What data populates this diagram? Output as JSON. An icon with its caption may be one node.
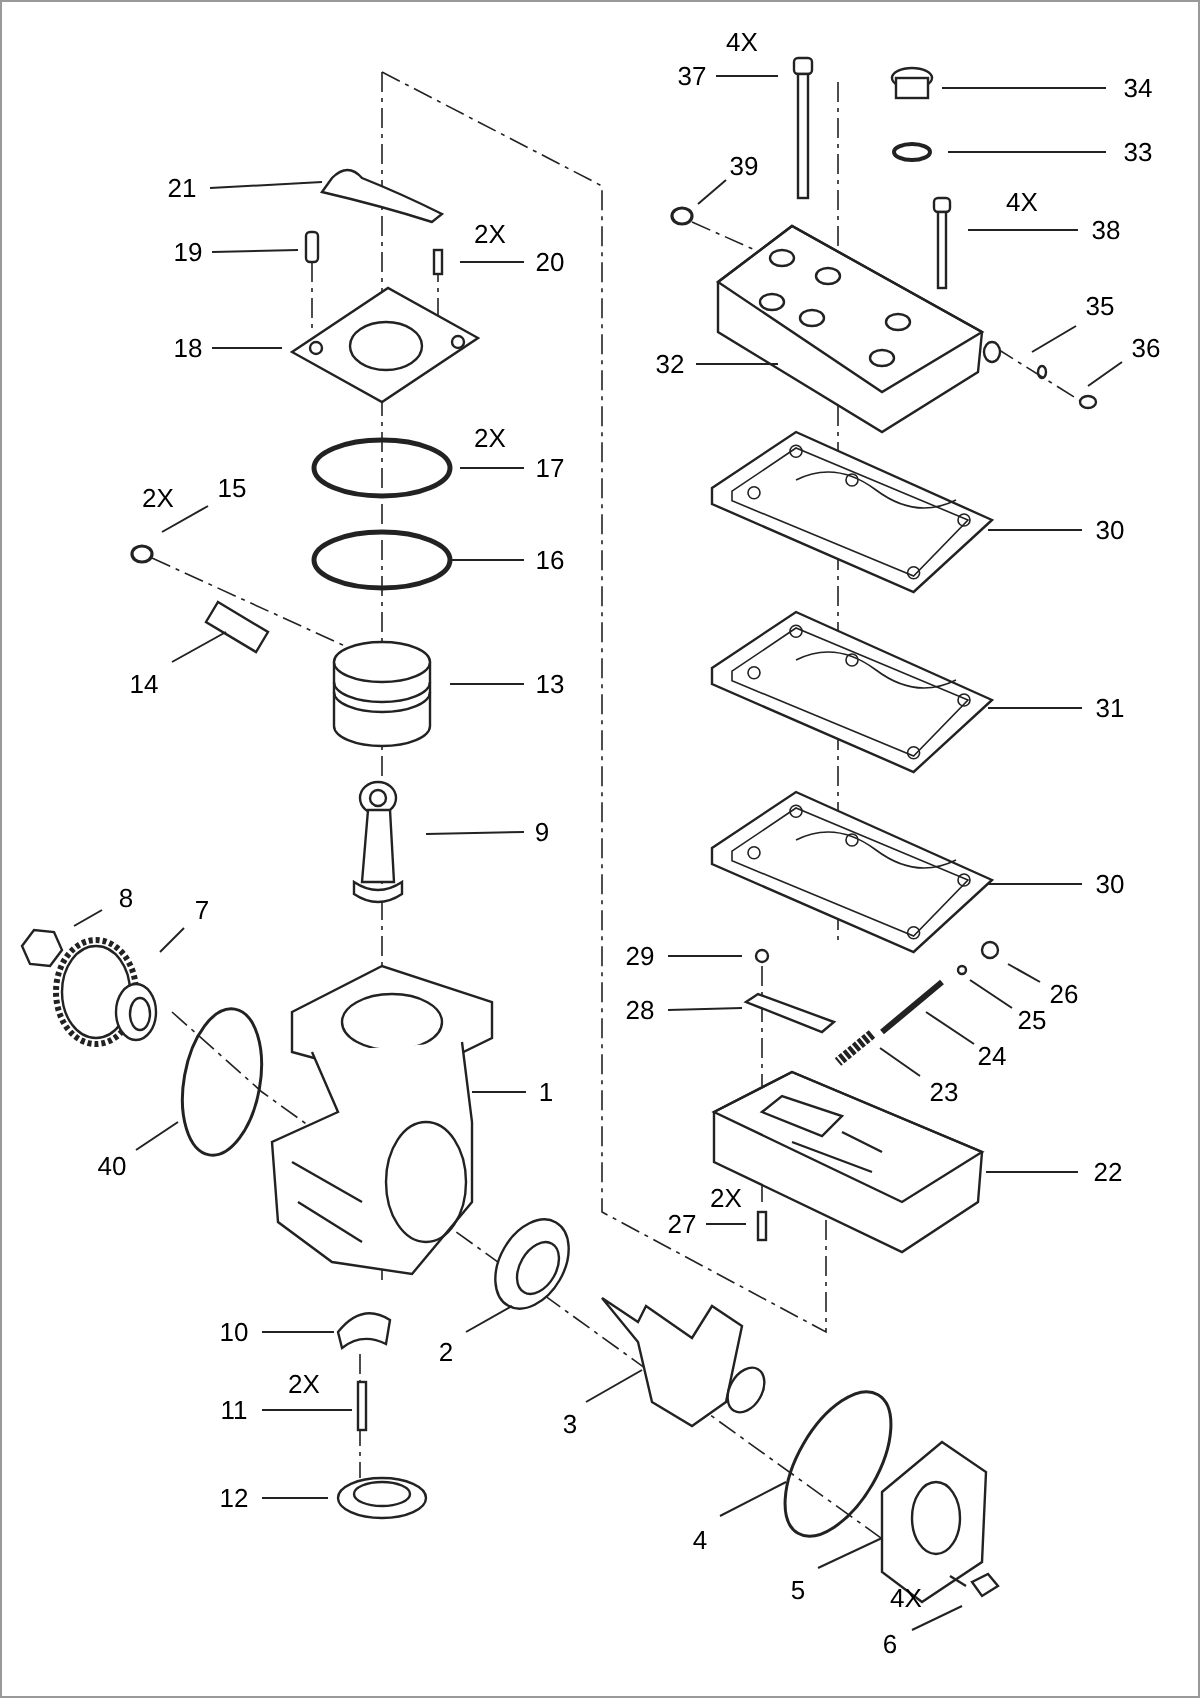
{
  "diagram": {
    "nodes": [
      {
        "text": [
          "37"
        ],
        "beside": [
          "4X"
        ]
      },
      {
        "text": [
          "34"
        ]
      },
      {
        "text": [
          "39"
        ]
      },
      {
        "text": [
          "21"
        ]
      },
      {
        "text": [
          "33"
        ]
      },
      {
        "text": [
          "38"
        ],
        "beside": [
          "4X"
        ]
      },
      {
        "text": [
          "19"
        ]
      },
      {
        "text": [
          "20"
        ],
        "beside": [
          "2X"
        ]
      },
      {
        "text": [
          "18"
        ]
      },
      {
        "text": [
          "32"
        ]
      },
      {
        "text": [
          "35"
        ]
      },
      {
        "text": [
          "36"
        ]
      },
      {
        "text": [
          "17"
        ],
        "beside": [
          "2X"
        ]
      },
      {
        "text": [
          "15"
        ],
        "beside": [
          "2X"
        ]
      },
      {
        "text": [
          "30"
        ]
      },
      {
        "text": [
          "16"
        ]
      },
      {
        "text": [
          "14"
        ]
      },
      {
        "text": [
          "13"
        ]
      },
      {
        "text": [
          "31"
        ]
      },
      {
        "text": [
          "9"
        ]
      },
      {
        "text": [
          "30"
        ]
      },
      {
        "text": [
          "8"
        ]
      },
      {
        "text": [
          "7"
        ]
      },
      {
        "text": [
          "29"
        ]
      },
      {
        "text": [
          "26"
        ]
      },
      {
        "text": [
          "28"
        ]
      },
      {
        "text": [
          "25"
        ]
      },
      {
        "text": [
          "24"
        ]
      },
      {
        "text": [
          "1"
        ]
      },
      {
        "text": [
          "23"
        ]
      },
      {
        "text": [
          "40"
        ]
      },
      {
        "text": [
          "22"
        ]
      },
      {
        "text": [
          "27"
        ],
        "beside": [
          "2X"
        ]
      },
      {
        "text": [
          "2"
        ]
      },
      {
        "text": [
          "10"
        ]
      },
      {
        "text": [
          "11"
        ],
        "beside": [
          "2X"
        ]
      },
      {
        "text": [
          "3"
        ]
      },
      {
        "text": [
          "12"
        ]
      },
      {
        "text": [
          "4"
        ]
      },
      {
        "text": [
          "5"
        ]
      },
      {
        "text": [
          "6"
        ],
        "beside": [
          "4X"
        ]
      }
    ],
    "edges": [
      {
        "from": 0,
        "to": null,
        "arrow": "none"
      },
      {
        "from": 1,
        "to": null,
        "arrow": "none"
      },
      {
        "from": 2,
        "to": null,
        "arrow": "none"
      },
      {
        "from": 3,
        "to": null,
        "arrow": "none"
      },
      {
        "from": 4,
        "to": null,
        "arrow": "none"
      },
      {
        "from": 5,
        "to": null,
        "arrow": "none"
      },
      {
        "from": 6,
        "to": null,
        "arrow": "none"
      },
      {
        "from": 7,
        "to": null,
        "arrow": "none"
      },
      {
        "from": 8,
        "to": null,
        "arrow": "none"
      },
      {
        "from": 9,
        "to": null,
        "arrow": "none"
      },
      {
        "from": 10,
        "to": null,
        "arrow": "none"
      },
      {
        "from": 11,
        "to": null,
        "arrow": "none"
      },
      {
        "from": 12,
        "to": null,
        "arrow": "none"
      },
      {
        "from": 13,
        "to": null,
        "arrow": "none"
      },
      {
        "from": 14,
        "to": null,
        "arrow": "none"
      },
      {
        "from": 15,
        "to": null,
        "arrow": "none"
      },
      {
        "from": 16,
        "to": null,
        "arrow": "none"
      },
      {
        "from": 17,
        "to": null,
        "arrow": "none"
      },
      {
        "from": 18,
        "to": null,
        "arrow": "none"
      },
      {
        "from": 19,
        "to": null,
        "arrow": "none"
      },
      {
        "from": 20,
        "to": null,
        "arrow": "none"
      },
      {
        "from": 21,
        "to": null,
        "arrow": "none"
      },
      {
        "from": 22,
        "to": null,
        "arrow": "none"
      },
      {
        "from": 23,
        "to": null,
        "arrow": "none"
      },
      {
        "from": 24,
        "to": null,
        "arrow": "none"
      },
      {
        "from": 25,
        "to": null,
        "arrow": "none"
      },
      {
        "from": 26,
        "to": null,
        "arrow": "none"
      },
      {
        "from": 27,
        "to": null,
        "arrow": "none"
      },
      {
        "from": 28,
        "to": null,
        "arrow": "none"
      },
      {
        "from": 29,
        "to": null,
        "arrow": "none"
      },
      {
        "from": 30,
        "to": null,
        "arrow": "none"
      },
      {
        "from": 31,
        "to": null,
        "arrow": "none"
      },
      {
        "from": 32,
        "to": null,
        "arrow": "none"
      },
      {
        "from": 33,
        "to": null,
        "arrow": "none"
      },
      {
        "from": 34,
        "to": null,
        "arrow": "none"
      },
      {
        "from": 35,
        "to": null,
        "arrow": "none"
      },
      {
        "from": 36,
        "to": null,
        "arrow": "none"
      },
      {
        "from": 37,
        "to": null,
        "arrow": "none"
      },
      {
        "from": 38,
        "to": null,
        "arrow": "none"
      },
      {
        "from": 39,
        "to": null,
        "arrow": "none"
      },
      {
        "from": 40,
        "to": null,
        "arrow": "none"
      }
    ]
  }
}
